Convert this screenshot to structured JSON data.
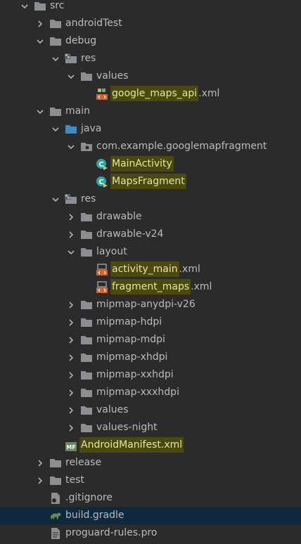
{
  "tree": [
    {
      "label": "src",
      "type": "folder",
      "expanded": true,
      "depth": 0
    },
    {
      "label": "androidTest",
      "type": "folder",
      "expanded": false,
      "depth": 1
    },
    {
      "label": "debug",
      "type": "folder",
      "expanded": true,
      "depth": 1
    },
    {
      "label": "res",
      "type": "res-folder",
      "expanded": true,
      "depth": 2
    },
    {
      "label": "values",
      "type": "folder",
      "expanded": true,
      "depth": 3
    },
    {
      "label": "google_maps_api",
      "ext": ".xml",
      "type": "values-xml",
      "depth": 4,
      "highlighted": true
    },
    {
      "label": "main",
      "type": "folder",
      "expanded": true,
      "depth": 1
    },
    {
      "label": "java",
      "type": "java-folder",
      "expanded": true,
      "depth": 2
    },
    {
      "label": "com.example.googlemapfragment",
      "type": "package",
      "expanded": true,
      "depth": 3
    },
    {
      "label": "MainActivity",
      "type": "class",
      "depth": 4,
      "highlighted": true
    },
    {
      "label": "MapsFragment",
      "type": "class",
      "depth": 4,
      "highlighted": true
    },
    {
      "label": "res",
      "type": "res-folder",
      "expanded": true,
      "depth": 2
    },
    {
      "label": "drawable",
      "type": "folder",
      "expanded": false,
      "depth": 3
    },
    {
      "label": "drawable-v24",
      "type": "folder",
      "expanded": false,
      "depth": 3
    },
    {
      "label": "layout",
      "type": "folder",
      "expanded": true,
      "depth": 3
    },
    {
      "label": "activity_main",
      "ext": ".xml",
      "type": "layout-xml",
      "depth": 4,
      "highlighted": true
    },
    {
      "label": "fragment_maps",
      "ext": ".xml",
      "type": "layout-xml",
      "depth": 4,
      "highlighted": true
    },
    {
      "label": "mipmap-anydpi-v26",
      "type": "folder",
      "expanded": false,
      "depth": 3
    },
    {
      "label": "mipmap-hdpi",
      "type": "folder",
      "expanded": false,
      "depth": 3
    },
    {
      "label": "mipmap-mdpi",
      "type": "folder",
      "expanded": false,
      "depth": 3
    },
    {
      "label": "mipmap-xhdpi",
      "type": "folder",
      "expanded": false,
      "depth": 3
    },
    {
      "label": "mipmap-xxhdpi",
      "type": "folder",
      "expanded": false,
      "depth": 3
    },
    {
      "label": "mipmap-xxxhdpi",
      "type": "folder",
      "expanded": false,
      "depth": 3
    },
    {
      "label": "values",
      "type": "folder",
      "expanded": false,
      "depth": 3
    },
    {
      "label": "values-night",
      "type": "folder",
      "expanded": false,
      "depth": 3
    },
    {
      "label": "AndroidManifest.xml",
      "type": "manifest",
      "depth": 2,
      "highlighted": true
    },
    {
      "label": "release",
      "type": "folder",
      "expanded": false,
      "depth": 1
    },
    {
      "label": "test",
      "type": "folder",
      "expanded": false,
      "depth": 1
    },
    {
      "label": ".gitignore",
      "type": "gitignore",
      "depth": 1
    },
    {
      "label": "build.gradle",
      "type": "gradle",
      "depth": 1,
      "selected": true
    },
    {
      "label": "proguard-rules.pro",
      "type": "file",
      "depth": 1
    }
  ],
  "colors": {
    "background": "#2b2b2b",
    "text": "#bbbbbb",
    "selected_row": "#0d293e",
    "highlight": "#4a4a0f",
    "folder": "#8b8f94",
    "java_folder": "#3d8dc4",
    "class_icon": "#2aa6a0",
    "xml_icon": "#d8612a"
  }
}
